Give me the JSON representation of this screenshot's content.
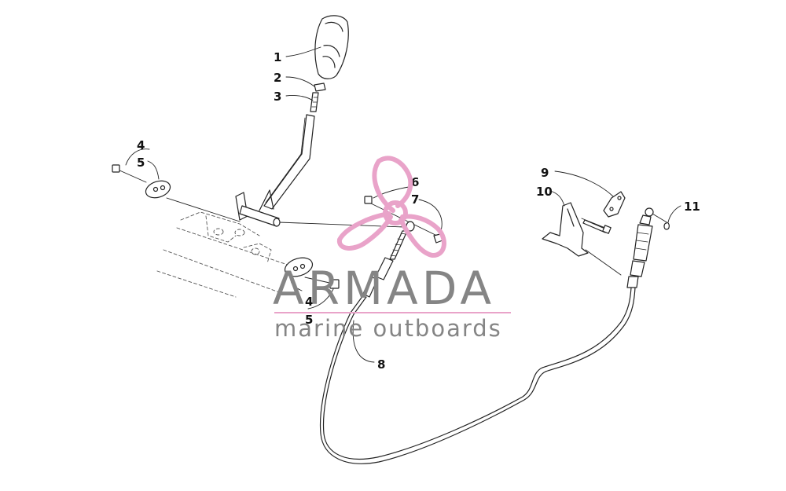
{
  "callouts": [
    {
      "id": "c1",
      "label": "1"
    },
    {
      "id": "c2",
      "label": "2"
    },
    {
      "id": "c3",
      "label": "3"
    },
    {
      "id": "c4a",
      "label": "4"
    },
    {
      "id": "c5a",
      "label": "5"
    },
    {
      "id": "c6",
      "label": "6"
    },
    {
      "id": "c7",
      "label": "7"
    },
    {
      "id": "c4b",
      "label": "4"
    },
    {
      "id": "c5b",
      "label": "5"
    },
    {
      "id": "c8",
      "label": "8"
    },
    {
      "id": "c9",
      "label": "9"
    },
    {
      "id": "c10",
      "label": "10"
    },
    {
      "id": "c11",
      "label": "11"
    }
  ],
  "watermark": {
    "brand": "ARMADA",
    "tagline": "marine outboards",
    "logo_color": "#e9a3c9",
    "text_color": "#858585"
  }
}
